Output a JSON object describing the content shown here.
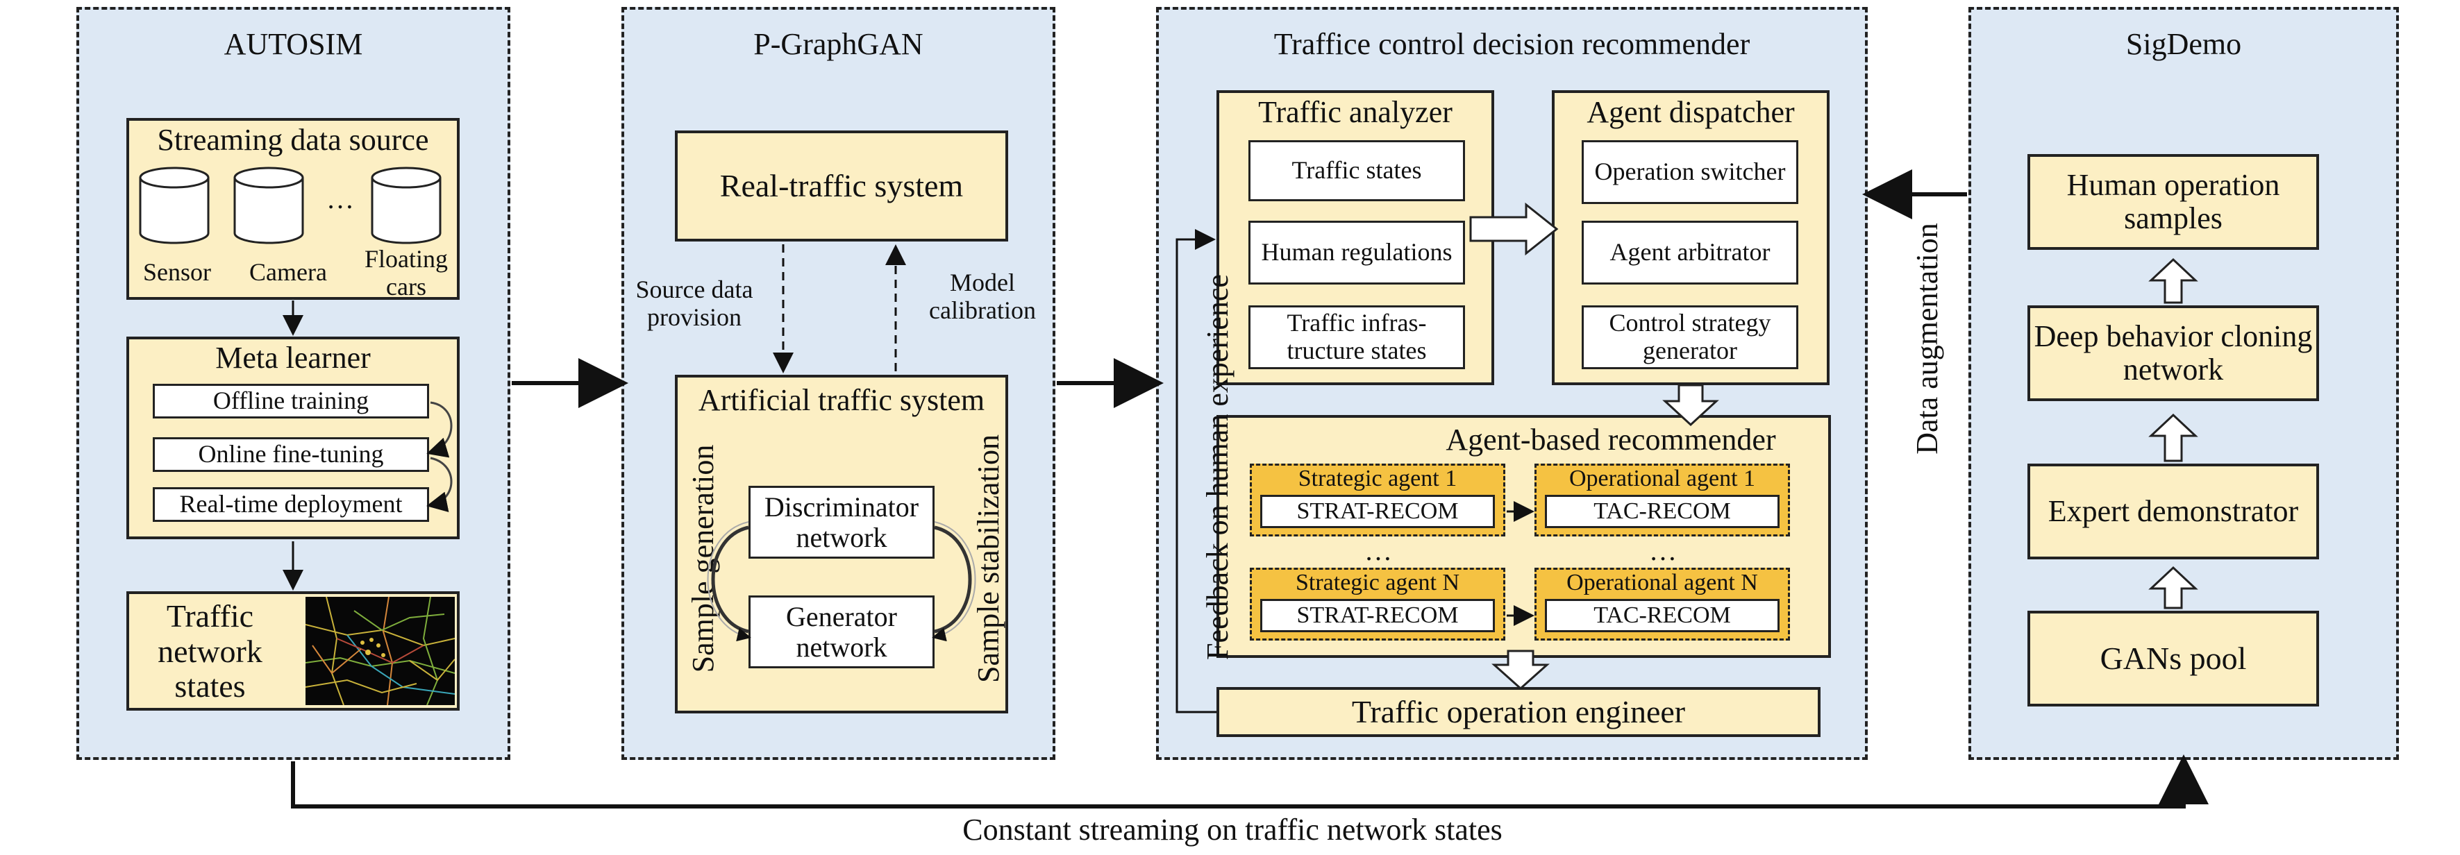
{
  "autosim": {
    "title": "AUTOSIM",
    "streaming": {
      "title": "Streaming data source",
      "sensor": "Sensor",
      "camera": "Camera",
      "ellipsis": "…",
      "floating": "Floating cars"
    },
    "meta": {
      "title": "Meta learner",
      "offline": "Offline training",
      "online": "Online fine-tuning",
      "realtime": "Real-time deployment"
    },
    "network_states": "Traffic network states"
  },
  "pgraphgan": {
    "title": "P-GraphGAN",
    "real": "Real-traffic system",
    "source": "Source data provision",
    "model": "Model calibration",
    "artificial": "Artificial traffic system",
    "discriminator": "Discriminator network",
    "generator": "Generator network",
    "sample_gen": "Sample generation",
    "sample_stab": "Sample stabilization"
  },
  "recommender": {
    "title": "Traffice control decision recommender",
    "analyzer": {
      "title": "Traffic analyzer",
      "states": "Traffic states",
      "human": "Human regulations",
      "infra": "Traffic infras- tructure states"
    },
    "dispatcher": {
      "title": "Agent dispatcher",
      "switcher": "Operation switcher",
      "arbitrator": "Agent arbitrator",
      "strategy": "Control strategy generator"
    },
    "agent_based": {
      "title": "Agent-based recommender",
      "strat1": "Strategic agent 1",
      "op1": "Operational agent 1",
      "stratN": "Strategic agent N",
      "opN": "Operational agent N",
      "strat_recom": "STRAT-RECOM",
      "tac_recom": "TAC-RECOM",
      "dots": "…"
    },
    "engineer": "Traffic operation engineer",
    "feedback": "Feedback on human experience"
  },
  "data_augmentation": "Data augmentation",
  "sigdemo": {
    "title": "SigDemo",
    "human_samples": "Human operation samples",
    "deep_bc": "Deep behavior cloning network",
    "expert": "Expert demonstrator",
    "gans": "GANs pool"
  },
  "bottom_caption": "Constant streaming on traffic network states"
}
